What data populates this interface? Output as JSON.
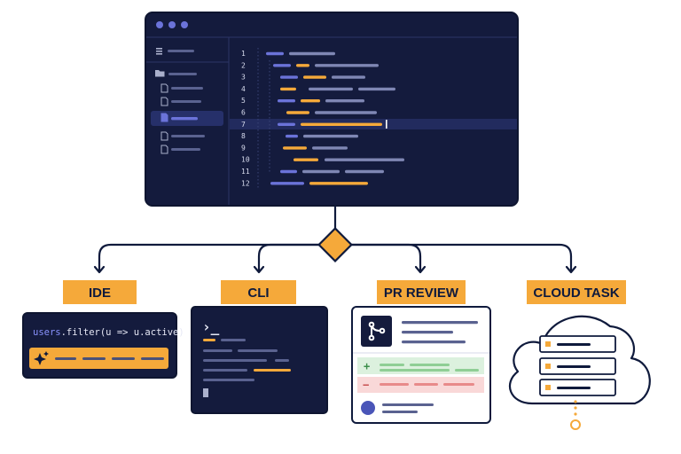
{
  "editor": {
    "line_numbers": [
      "1",
      "2",
      "3",
      "4",
      "5",
      "6",
      "7",
      "8",
      "9",
      "10",
      "11",
      "12"
    ]
  },
  "branches": {
    "ide": {
      "label": "IDE",
      "code_prefix": "users",
      "code_suffix": ".filter(u => u.active)"
    },
    "cli": {
      "label": "CLI",
      "prompt_glyph": "›_"
    },
    "pr_review": {
      "label": "PR REVIEW",
      "plus_sign": "+",
      "minus_sign": "−"
    },
    "cloud_task": {
      "label": "CLOUD TASK"
    }
  },
  "colors": {
    "navy": "#151d40",
    "navy_dark": "#0f1733",
    "accent": "#f5a93a",
    "blue": "#6b73d9",
    "green": "#8fce95",
    "red": "#e88a8a"
  }
}
